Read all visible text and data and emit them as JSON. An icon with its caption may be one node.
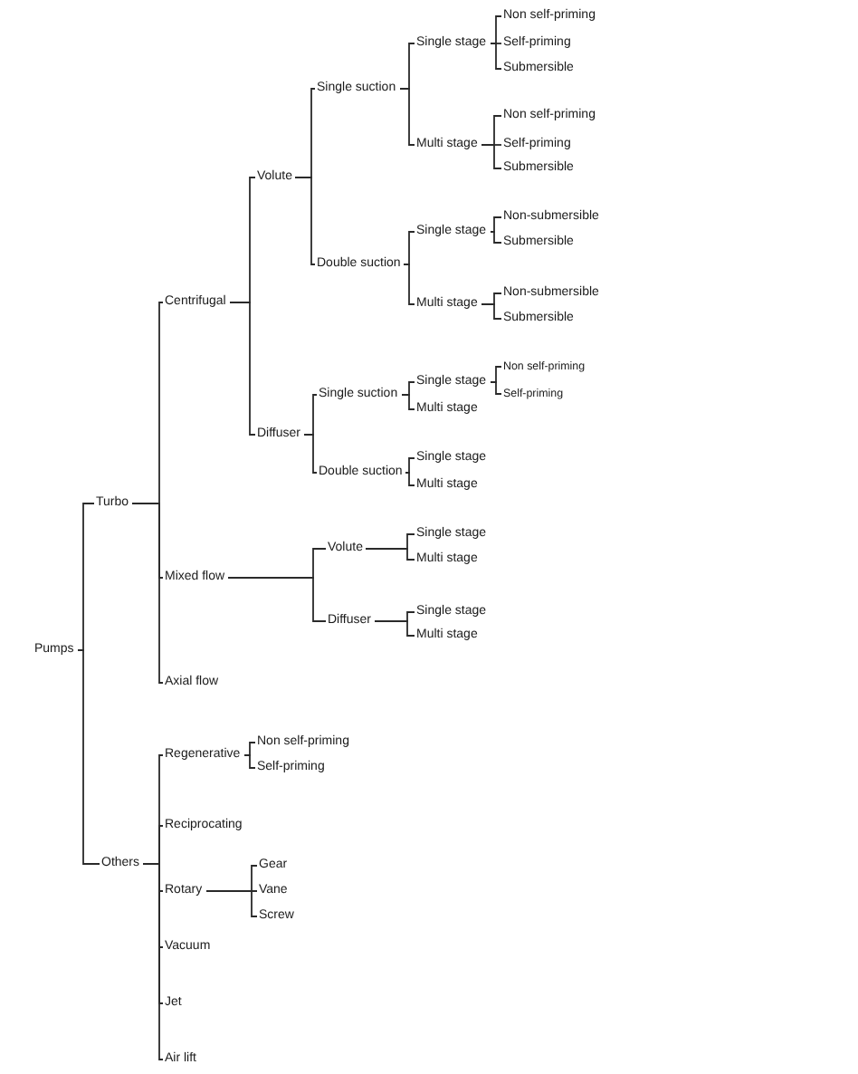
{
  "diagram": {
    "nodes": [
      {
        "text": [
          "Pumps"
        ]
      },
      {
        "text": [
          "Turbo"
        ]
      },
      {
        "text": [
          "Centrifugal"
        ]
      },
      {
        "text": [
          "Volute"
        ]
      },
      {
        "text": [
          "Single suction"
        ]
      },
      {
        "text": [
          "Single stage"
        ]
      },
      {
        "text": [
          "Non self-priming"
        ]
      },
      {
        "text": [
          "Self-priming"
        ]
      },
      {
        "text": [
          "Submersible"
        ]
      },
      {
        "text": [
          "Multi stage"
        ]
      },
      {
        "text": [
          "Non self-priming"
        ]
      },
      {
        "text": [
          "Self-priming"
        ]
      },
      {
        "text": [
          "Submersible"
        ]
      },
      {
        "text": [
          "Double suction"
        ]
      },
      {
        "text": [
          "Single stage"
        ]
      },
      {
        "text": [
          "Non-submersible"
        ]
      },
      {
        "text": [
          "Submersible"
        ]
      },
      {
        "text": [
          "Multi stage"
        ]
      },
      {
        "text": [
          "Non-submersible"
        ]
      },
      {
        "text": [
          "Submersible"
        ]
      },
      {
        "text": [
          "Diffuser"
        ]
      },
      {
        "text": [
          "Single suction"
        ]
      },
      {
        "text": [
          "Single stage"
        ]
      },
      {
        "text": [
          "Non self-priming"
        ]
      },
      {
        "text": [
          "Self-priming"
        ]
      },
      {
        "text": [
          "Multi stage"
        ]
      },
      {
        "text": [
          "Double suction"
        ]
      },
      {
        "text": [
          "Single stage"
        ]
      },
      {
        "text": [
          "Multi stage"
        ]
      },
      {
        "text": [
          "Mixed flow"
        ]
      },
      {
        "text": [
          "Volute"
        ]
      },
      {
        "text": [
          "Single stage"
        ]
      },
      {
        "text": [
          "Multi stage"
        ]
      },
      {
        "text": [
          "Diffuser"
        ]
      },
      {
        "text": [
          "Single stage"
        ]
      },
      {
        "text": [
          "Multi stage"
        ]
      },
      {
        "text": [
          "Axial flow"
        ]
      },
      {
        "text": [
          "Others"
        ]
      },
      {
        "text": [
          "Regenerative"
        ]
      },
      {
        "text": [
          "Non self-priming"
        ]
      },
      {
        "text": [
          "Self-priming"
        ]
      },
      {
        "text": [
          "Reciprocating"
        ]
      },
      {
        "text": [
          "Rotary"
        ]
      },
      {
        "text": [
          "Gear"
        ]
      },
      {
        "text": [
          "Vane"
        ]
      },
      {
        "text": [
          "Screw"
        ]
      },
      {
        "text": [
          "Vacuum"
        ]
      },
      {
        "text": [
          "Jet"
        ]
      },
      {
        "text": [
          "Air lift"
        ]
      }
    ],
    "edges": [
      {
        "from": 0,
        "to": 1,
        "arrow": "none"
      },
      {
        "from": 0,
        "to": 37,
        "arrow": "none"
      },
      {
        "from": 1,
        "to": 2,
        "arrow": "none"
      },
      {
        "from": 1,
        "to": 29,
        "arrow": "none"
      },
      {
        "from": 1,
        "to": 36,
        "arrow": "none"
      },
      {
        "from": 2,
        "to": 3,
        "arrow": "none"
      },
      {
        "from": 2,
        "to": 20,
        "arrow": "none"
      },
      {
        "from": 3,
        "to": 4,
        "arrow": "none"
      },
      {
        "from": 3,
        "to": 13,
        "arrow": "none"
      },
      {
        "from": 4,
        "to": 5,
        "arrow": "none"
      },
      {
        "from": 4,
        "to": 9,
        "arrow": "none"
      },
      {
        "from": 5,
        "to": 6,
        "arrow": "none"
      },
      {
        "from": 5,
        "to": 7,
        "arrow": "none"
      },
      {
        "from": 5,
        "to": 8,
        "arrow": "none"
      },
      {
        "from": 9,
        "to": 10,
        "arrow": "none"
      },
      {
        "from": 9,
        "to": 11,
        "arrow": "none"
      },
      {
        "from": 9,
        "to": 12,
        "arrow": "none"
      },
      {
        "from": 13,
        "to": 14,
        "arrow": "none"
      },
      {
        "from": 13,
        "to": 17,
        "arrow": "none"
      },
      {
        "from": 14,
        "to": 15,
        "arrow": "none"
      },
      {
        "from": 14,
        "to": 16,
        "arrow": "none"
      },
      {
        "from": 17,
        "to": 18,
        "arrow": "none"
      },
      {
        "from": 17,
        "to": 19,
        "arrow": "none"
      },
      {
        "from": 20,
        "to": 21,
        "arrow": "none"
      },
      {
        "from": 20,
        "to": 26,
        "arrow": "none"
      },
      {
        "from": 21,
        "to": 22,
        "arrow": "none"
      },
      {
        "from": 21,
        "to": 25,
        "arrow": "none"
      },
      {
        "from": 22,
        "to": 23,
        "arrow": "none"
      },
      {
        "from": 22,
        "to": 24,
        "arrow": "none"
      },
      {
        "from": 26,
        "to": 27,
        "arrow": "none"
      },
      {
        "from": 26,
        "to": 28,
        "arrow": "none"
      },
      {
        "from": 29,
        "to": 30,
        "arrow": "none"
      },
      {
        "from": 29,
        "to": 33,
        "arrow": "none"
      },
      {
        "from": 30,
        "to": 31,
        "arrow": "none"
      },
      {
        "from": 30,
        "to": 32,
        "arrow": "none"
      },
      {
        "from": 33,
        "to": 34,
        "arrow": "none"
      },
      {
        "from": 33,
        "to": 35,
        "arrow": "none"
      },
      {
        "from": 37,
        "to": 38,
        "arrow": "none"
      },
      {
        "from": 37,
        "to": 41,
        "arrow": "none"
      },
      {
        "from": 37,
        "to": 42,
        "arrow": "none"
      },
      {
        "from": 37,
        "to": 46,
        "arrow": "none"
      },
      {
        "from": 37,
        "to": 47,
        "arrow": "none"
      },
      {
        "from": 37,
        "to": 48,
        "arrow": "none"
      },
      {
        "from": 38,
        "to": 39,
        "arrow": "none"
      },
      {
        "from": 38,
        "to": 40,
        "arrow": "none"
      },
      {
        "from": 42,
        "to": 43,
        "arrow": "none"
      },
      {
        "from": 42,
        "to": 44,
        "arrow": "none"
      },
      {
        "from": 42,
        "to": 45,
        "arrow": "none"
      }
    ]
  }
}
